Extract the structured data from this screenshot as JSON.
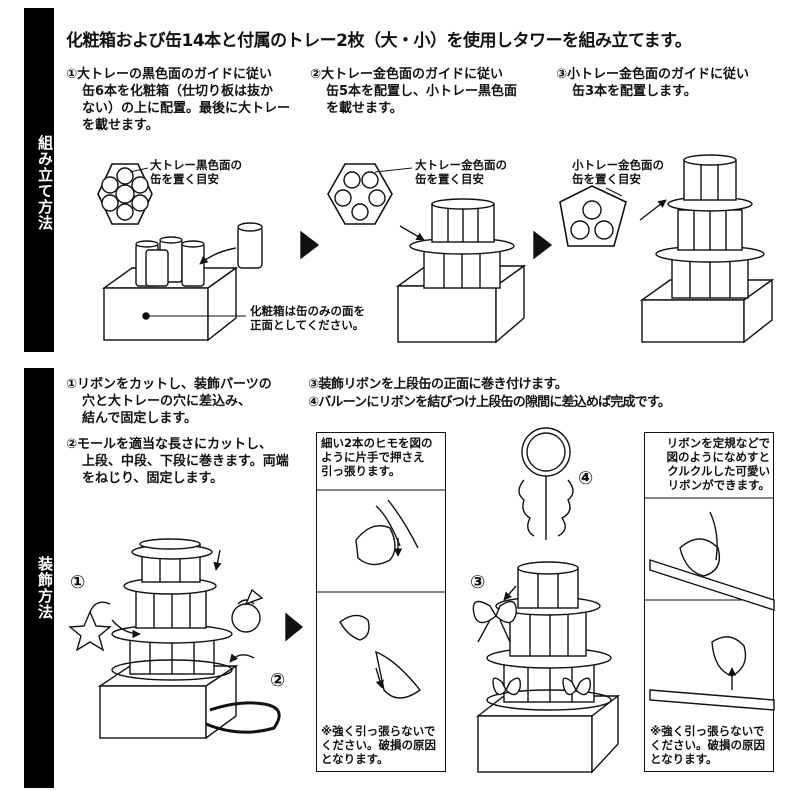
{
  "section_assemble": "組み立て方法",
  "section_decorate": "装飾方法",
  "headline": "化粧箱および缶14本と付属のトレー2枚（大・小）を使用しタワーを組み立てます。",
  "steps_assemble": [
    {
      "line1": "①大トレーの黒色面のガイドに従い",
      "line2": "缶6本を化粧箱（仕切り板は抜か",
      "line3": "ない）の上に配置。最後に大トレー",
      "line4": "を載せます。"
    },
    {
      "line1": "②大トレー金色面のガイドに従い",
      "line2": "缶5本を配置し、小トレー黒色面",
      "line3": "を載せます。"
    },
    {
      "line1": "③小トレー金色面のガイドに従い",
      "line2": "缶3本を配置します。"
    }
  ],
  "callouts": {
    "large_black_1": "大トレー黒色面の",
    "large_black_2": "缶を置く目安",
    "large_gold_1": "大トレー金色面の",
    "large_gold_2": "缶を置く目安",
    "small_gold_1": "小トレー金色面の",
    "small_gold_2": "缶を置く目安",
    "box_note_1": "化粧箱は缶のみの面を",
    "box_note_2": "正面としてください。"
  },
  "steps_decorate": {
    "s1_l1": "①リボンをカットし、装飾パーツの",
    "s1_l2": "穴と大トレーの穴に差込み、",
    "s1_l3": "結んで固定します。",
    "s2_l1": "②モールを適当な長さにカットし、",
    "s2_l2": "上段、中段、下段に巻きます。両端",
    "s2_l3": "をねじり、固定します。",
    "s3": "③装飾リボンを上段缶の正面に巻き付けます。",
    "s4": "④バルーンにリボンを結びつけ上段缶の隙間に差込めば完成です。"
  },
  "tip_left": {
    "l1": "細い2本のヒモを図の",
    "l2": "ように片手で押さえ",
    "l3": "引っ張ります。"
  },
  "tip_right": {
    "l1": "リボンを定規などで",
    "l2": "図のようになめすと",
    "l3": "クルクルした可愛い",
    "l4": "リボンができます。"
  },
  "warn_left": {
    "l1": "※強く引っ張らないで",
    "l2": "ください。破損の原因",
    "l3": "となります。"
  },
  "warn_right": {
    "l1": "※強く引っ張らないで",
    "l2": "ください。破損の原因",
    "l3": "となります。"
  },
  "markers": {
    "m1": "①",
    "m2": "②",
    "m3": "③",
    "m4": "④"
  }
}
